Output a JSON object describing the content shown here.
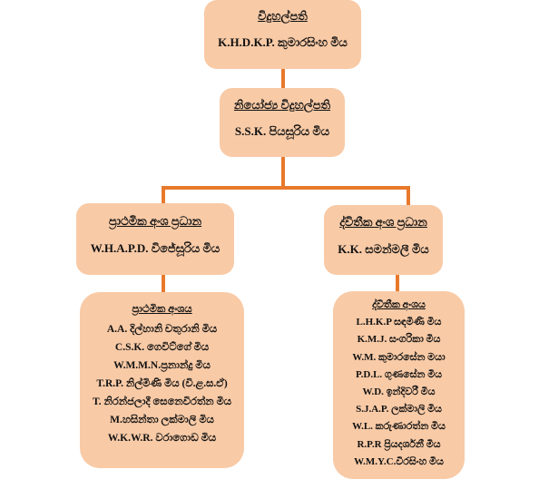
{
  "director": {
    "title": "විදුහල්පති",
    "name": "K.H.D.K.P. කුමාරසිංහ මිය"
  },
  "deputy": {
    "title": "නියෝජ්‍ය විදුහල්පති",
    "name": "S.S.K. පියසූරිය මිය"
  },
  "primary_head": {
    "title": "ප්‍රාථමික අංශ ප්‍රධාන",
    "name": "W.H.A.P.D. විජේසූරිය මිය"
  },
  "secondary_head": {
    "title": "ද්විතීක අංශ ප්‍රධාන",
    "name": "K.K. සමන්මලී මිය"
  },
  "primary_section": {
    "title": "ප්‍රාථමික අංශය",
    "members": [
      "A.A. දිල්හානි චතුරානි මිය",
      "C.S.K. ගෙවිට්ගේ මිය",
      "W.M.M.N.ප්‍රනාන්දු මිය",
      "T.R.P. නිල්මිණි මිය (වි.ළ.ස.ඒ)",
      "T. නිරන්ජලාදී සෙනෙවිරත්න මිය",
      "M.හසින්තා ලක්මාලි මිය",
      "W.K.W.R. වරාගොඩ මිය"
    ]
  },
  "secondary_section": {
    "title": "ද්විතීක අංශය",
    "members": [
      "L.H.K.P සඳමිණි මිය",
      "K.M.J. සංගරිකා මිය",
      "W.M. කුමාරසේන මයා",
      "P.D.L. ගුණසේන මිය",
      "W.D. ඉන්දිවරී මිය",
      "S.J.A.P. ලක්මාලි මිය",
      "W.L. කරුණාරත්න මිය",
      "R.P.R ප්‍රියදර්ශනී මිය",
      "W.M.Y.C.වීරසිංහ මිය"
    ]
  },
  "colors": {
    "box_fill": "#f8caa6",
    "connector": "#e8792b"
  }
}
